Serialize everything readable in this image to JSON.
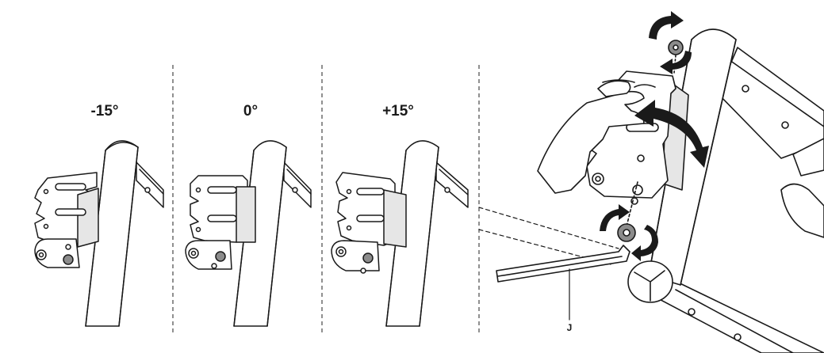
{
  "figure": {
    "panels": [
      {
        "angle_label": "-15°"
      },
      {
        "angle_label": "0°"
      },
      {
        "angle_label": "+15°"
      }
    ],
    "callout_letter": "J",
    "colors": {
      "ink": "#1a1a1a",
      "bolt": "#8c8c8c",
      "plate": "#e6e6e6",
      "background": "#ffffff"
    },
    "icons": [
      "rotate-arrow-icon",
      "tilt-arrow-icon",
      "hex-key-icon",
      "hand-icon"
    ]
  }
}
